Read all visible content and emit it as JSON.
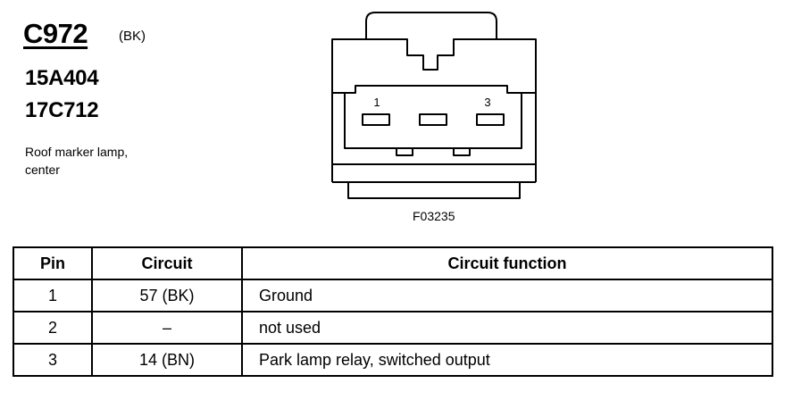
{
  "header": {
    "connector_id": "C972",
    "connector_color": "(BK)",
    "part_numbers": [
      "15A404",
      "17C712"
    ],
    "description_lines": [
      "Roof marker lamp,",
      "center"
    ]
  },
  "diagram": {
    "pin_labels": [
      "1",
      "3"
    ],
    "figure_code": "F03235"
  },
  "table": {
    "headers": {
      "pin": "Pin",
      "circuit": "Circuit",
      "function": "Circuit function"
    },
    "rows": [
      {
        "pin": "1",
        "circuit": "57 (BK)",
        "function": "Ground"
      },
      {
        "pin": "2",
        "circuit": "–",
        "function": "not used"
      },
      {
        "pin": "3",
        "circuit": "14 (BN)",
        "function": "Park lamp relay, switched output"
      }
    ]
  }
}
